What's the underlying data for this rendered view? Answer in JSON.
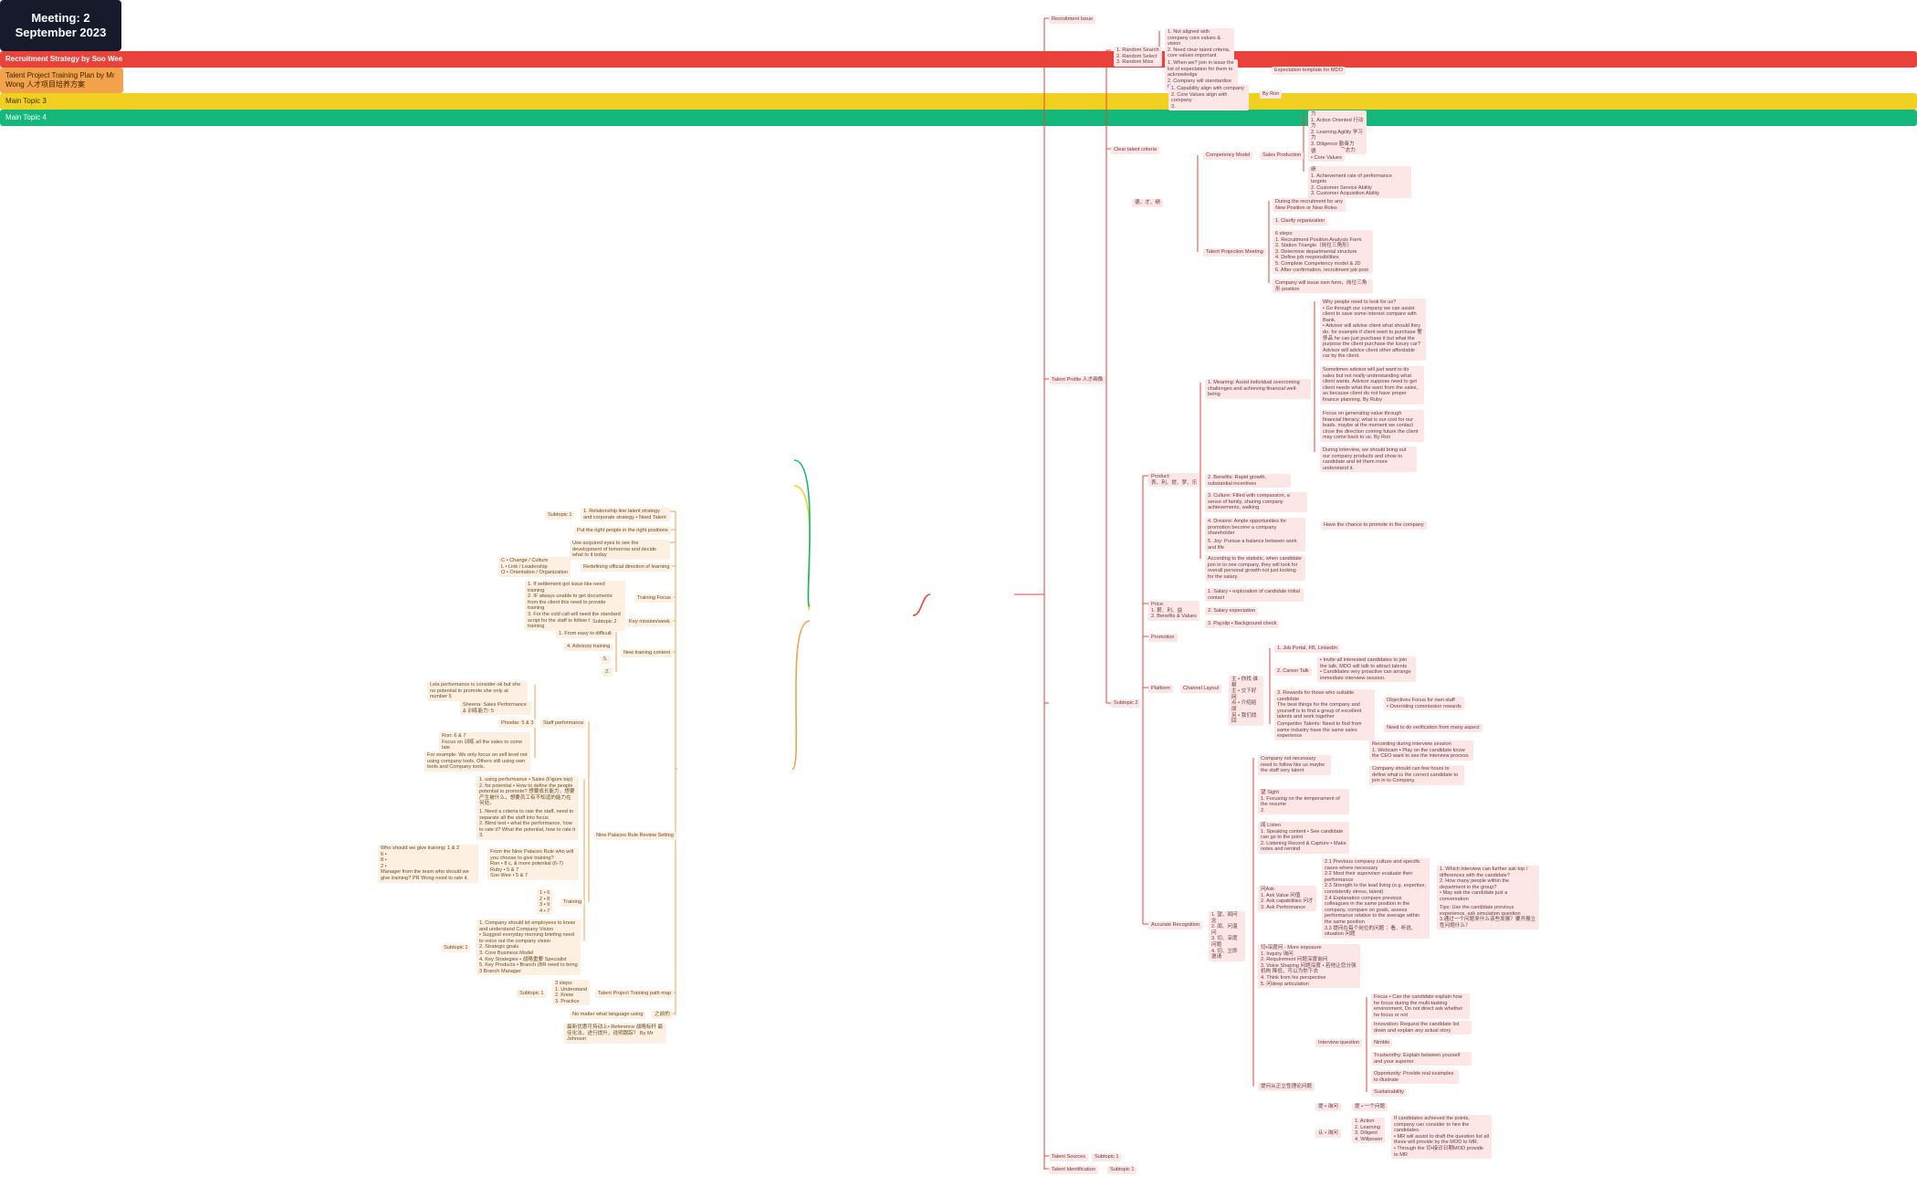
{
  "colors": {
    "accent_red": "#e8423b",
    "accent_orange": "#f3a24c",
    "accent_yellow": "#f2d021",
    "accent_green": "#14b87a",
    "root_bg": "#161a2a",
    "node_pink": "#fde6e6",
    "node_peach": "#fdf0e2"
  },
  "root": {
    "title": "Meeting: 2 September 2023"
  },
  "main_topics": {
    "recruitment": "Recruitment Strategy by Soo Wee",
    "training": "Talent Project Training Plan by Mr Wong 人才项目培养方案",
    "topic3": "Main Topic 3",
    "topic4": "Main Topic 4"
  },
  "right": {
    "recruitment_issue": "Recruitment Issue",
    "random": "1. Random Search\n2. Random Select\n3. Random Miss",
    "not_aligned": "1. Not aligned with company core values & vision\n2. Need clear talent criteria, core values important",
    "when_we_join": "1. When we? join in issue the list of expectation for them to acknowledge\n2. Company will standardize the procedure",
    "expectation_template": "Expectation template for MDO",
    "clear_talent_criteria": "Clear talent criteria",
    "capability": "1. Capability align with company\n2. Core Values align with company\n3.",
    "by_ron": "By Ron",
    "competency_model": "Competency Model",
    "sales_production": "Sales Production",
    "ljyd": "力\n1. Action Oriented 行动力\n2. Learning Agility 学习力\n3. Diligence 勤奋力\n4. Willpower 意志力",
    "core_values": "德\n• Core Values",
    "achievement": "绩\n1. Achievement rate of performance targets\n2. Customer Service Ability\n3. Customer Acquisition Ability",
    "dejiji": "德、才、绩",
    "talent_projection": "Talent Projection Meeting",
    "during_recruitment": "During the recruitment for any New Position or New Roles",
    "clarify_org": "1. Clarify organization",
    "steps": "6 steps:\n1. Recruitment Position Analysis Form\n2. Station Triangle（岗位三角形）\n3. Determine departmental structure\n4. Define job responsibilities\n5. Complete Competency model & JD\n6. After confirmation, recruitment job post",
    "company_issue": "Company will issue own form，岗位三角形 position",
    "talent_profile": "Talent Profile 人才画像",
    "product": "Product:\n表、利、提、梦、乐",
    "meaning": "1. Meaning: Assist individual overcoming challenges and achieving financial well-being",
    "why_people": "Why people need to look for us?\n• Go through our company we can assist client to save some interest compare with Bank.\n• Advisor will advise client what should they do. for example if client want to purchase 奢侈品 he can just purchase it but what the purpose the client purchase the luxury car? Advisor will advice client other affordable car by the client.",
    "sometimes": "Sometimes advisor will just want to do sales but not really understanding what client wants. Advisor suppose need to get client needs what the want from the sales, as because client do not have proper finance planning. By Ruby",
    "focus_on": "Focus on generating value through financial literacy, what is our cost for our leads. maybe at the moment we contact close the direction coming future the client may come back to us. By Ron",
    "during_interview": "During interview, we should bring out our company products and show to candidate and let them more understand it.",
    "benefits_rapid": "2. Benefits: Rapid growth, substantial incentives",
    "culture": "3. Culture: Filled with compassion, a sense of family, sharing company achievements, walking",
    "dreams": "4. Dreams: Ample opportunities for promotion become a company shareholder",
    "have_chance": "Have the chance to promote in the company",
    "joy": "5. Joy: Pursue a balance between work and life",
    "according": "According to the statistic, when candidate join in to one company, they will look for overall personal growth not just looking for the salary.",
    "price": "Price:\n1. 薪、利、益\n2. Benefits & Values",
    "salary_exploration": "1. Salary • exploration of candidate initial contact",
    "salary_expectation": "2. Salary expectation",
    "payslip": "3. Payslip • Background check",
    "promotion": "Promotion",
    "platform": "Platform",
    "channel_layout": "Channel Layout",
    "channel_chinese": "主 • 你找 谁帮\n主 • 交下好网\n点 • 介绍给 朋\n另 • 我们找回",
    "job_portal": "1. Job Portal, FB, LinkedIn",
    "career_talk": "2. Career Talk",
    "invite_all": "• Invite all interested candidates to join the talk, MDO will talk to attract talents\n• Candidates very proactive can arrange immediate interview session.",
    "rewards": "3. Rewards for those who suitable candidate\nThe best things for the company and yourself is to find a group of excellent talents and work together",
    "objectives": "Objectives Focus for own staff\n• Overriding commission rewards",
    "competitor": "Competitor Talents: Need to find from same industry have the same sales experience",
    "verification": "Need to do verification from many aspect",
    "subtopic2": "Subtopic 2",
    "accurate": "Accurate Recognition",
    "accurate_steps": "1. 望、闻问念\n2. 闻、问温问\n3. 切、深度问题\n4. 切、立即邀请",
    "company_not": "Company not necessary need to follow like us maybe the staff very talent",
    "recording": "Recording during interview session\n1. Webcam • Play on the candidate know the CEO want to see the interview process",
    "company_should": "Company should can few hours to define what is the correct candidate to join in to Company.",
    "sight": "望 Sight\n1. Focusing on the temperament of the resume\n2.",
    "listen": "闻 Listen\n1. Speaking content • See candidate can go to the point\n2. Listening Record & Capture • Make notes and remind",
    "ask": "问Ask\n1. Ask Value 问值\n2. Ask capabilities 问才\n3. Ask Performance",
    "previous_company": "2.1 Previous company culture and specific cases where necessary\n2.2 Most their supervisor evaluate their performance\n2.3 Strength to the lead living (e.g. expertise, consistently stress, talent)\n2.4 Explanation compare previous colleagues in the same position in the company, compare on goals, assess performance relative to the average within the same position\n3.3 提问在每个岗位的问题 ：看、听说、situation 问题",
    "interview_further": "1. Which interview can further ask top / differences with the candidate?\n2. How many people within the department in the group?\n• May ask the candidate just a conversation",
    "tips": "Tips: Use the candidate previous experience, ask simulation question\n3.通过一个问题来什么该些发展？要开展立性问题什么？",
    "deep_question": "切•深度问 · More exposure\n1. Inquiry 询问\n2. Requirement 问题深度询问\n3. Voice Shaping 问题深度 • 若他让您分强机构 降低，可以为你下去\n4. Think from his perspective\n5. 问deep articulation",
    "interview_question": "Interview question",
    "focus_candidate": "Focus • Can the candidate explain how he focus during the multi-tasking environment, Do not direct ask whether he focus or not",
    "innovation": "Innovation: Request the candidate list down and explain any actual story",
    "nimble": "Nimble",
    "trustworthy": "Trustworthy: Explain between yourself and your superior",
    "opportunity": "Opportunity: Provide real examples to illustrate",
    "sustainability": "Sustainability",
    "sales_one": "提问从正立性理论问题",
    "zhen_question": "提 • 询问",
    "zhen_answer": "提 • 一个问题",
    "jie_question": "认 • 询问",
    "action_list": "1. Action\n2. Learning\n3. Diligent\n4. Willpower",
    "if_candidates": "If candidates achieved the points, company can consider to hire the candidates.\n• MR will assist to draft the question list all these will provide by the MOD to MR.\n• Through the 切•接诊日期MOD provide to MR",
    "talent_sources": "Talent Sources",
    "talent_identification": "Talent Identification",
    "subtopic1": "Subtopic 1"
  },
  "left": {
    "subtopic1": "Subtopic 1",
    "relationship": "1. Relationship line talent strategy and corporate strategy • Need Talent",
    "put_right": "Put the right people in the right positions",
    "use_acquired": "Use acquired eyes to see the development of tomorrow and decide what to it today",
    "redefining": "Redefining official direction of learning",
    "change_culture": "C • Change / Culture\nL • Link / Leadership\nO • Orientation / Organization",
    "training_focus": "Training Focus",
    "if_settlement": "1. If settlement got issue like need training\n2. IF always unable to get documents from the client this need to provide training\n3. For the cold call will need the standard script for the staff to follow through training",
    "key_mission": "Key mission/week",
    "subtopic2": "Subtopic 2",
    "from_easy": "1. From easy to difficult",
    "advisory": "4. Advisory training",
    "five": "5.",
    "two": "2.",
    "new_training": "New training content",
    "lets_performance": "Lets performance is consider ok but she no potential to promote she only at number 5",
    "sheena": "Sheena: Sales Performance & 训练能力: 5",
    "phoebe": "Phoebe: 5 & 3",
    "ron": "Ron: 6 & 7\nFocus on 训练 all the sales to come late",
    "for_example": "For example: We only focus on self level not using company tools. Others still using own tools and Company tools.",
    "staff_performance": "Staff performance",
    "using_performance": "1. using performance • Sales (Figure top)\n2. for potential • How to define the people potential to promote? 想要成长能力，想要产生被什么，想要员工有不知道的能力在何处。",
    "need_criteria": "1. Need a criteria to rate the staff, need to separate all the staff into focus\n2. Blind test • what the performance, how to rate it? What the potential, how to rate it\n3.",
    "nine_palaces": "Nine Palaces Rule Review Setting",
    "who_should": "Who should we give training: 1 & 2\n6 •\n8 •\n2 •\nManager from the team who should we give training? PR Wong need to rate it.",
    "from_nine": "From the Nine Palaces Rule who will you choose to give training?\nRon • 8 c, & more potential (6-7)\nRuby • 5 & 7\nSoo Wee • 5 & 7",
    "training_ranks": "1 • 6\n2 • 8\n3 • 9\n4 • 7",
    "training": "Training",
    "company_should": "1. Company should let employees to know and understand Company Vision\n• Suggest everyday morning briefing need to voice out the company vision\n2. Strategic goals\n3. Core Business Model\n4. Key Strategies • 战略重要 Specialist\n5. Key Products • Branch (BR need to bring 3 Branch Manager",
    "subtopic1b": "Subtopic 1",
    "three_steps": "3 steps:\n1. Understand\n2. Know\n3. Practice",
    "path_map": "Talent Project Training path map",
    "subtopic1c": "Subtopic 1",
    "no_matter": "No matter what language using",
    "yi_bai": "之前的",
    "final_note": "最新优惠可持动上• Reference 战略标杆 最佳化法，进行提升，说明跟踪？ By Mr Johnson"
  }
}
